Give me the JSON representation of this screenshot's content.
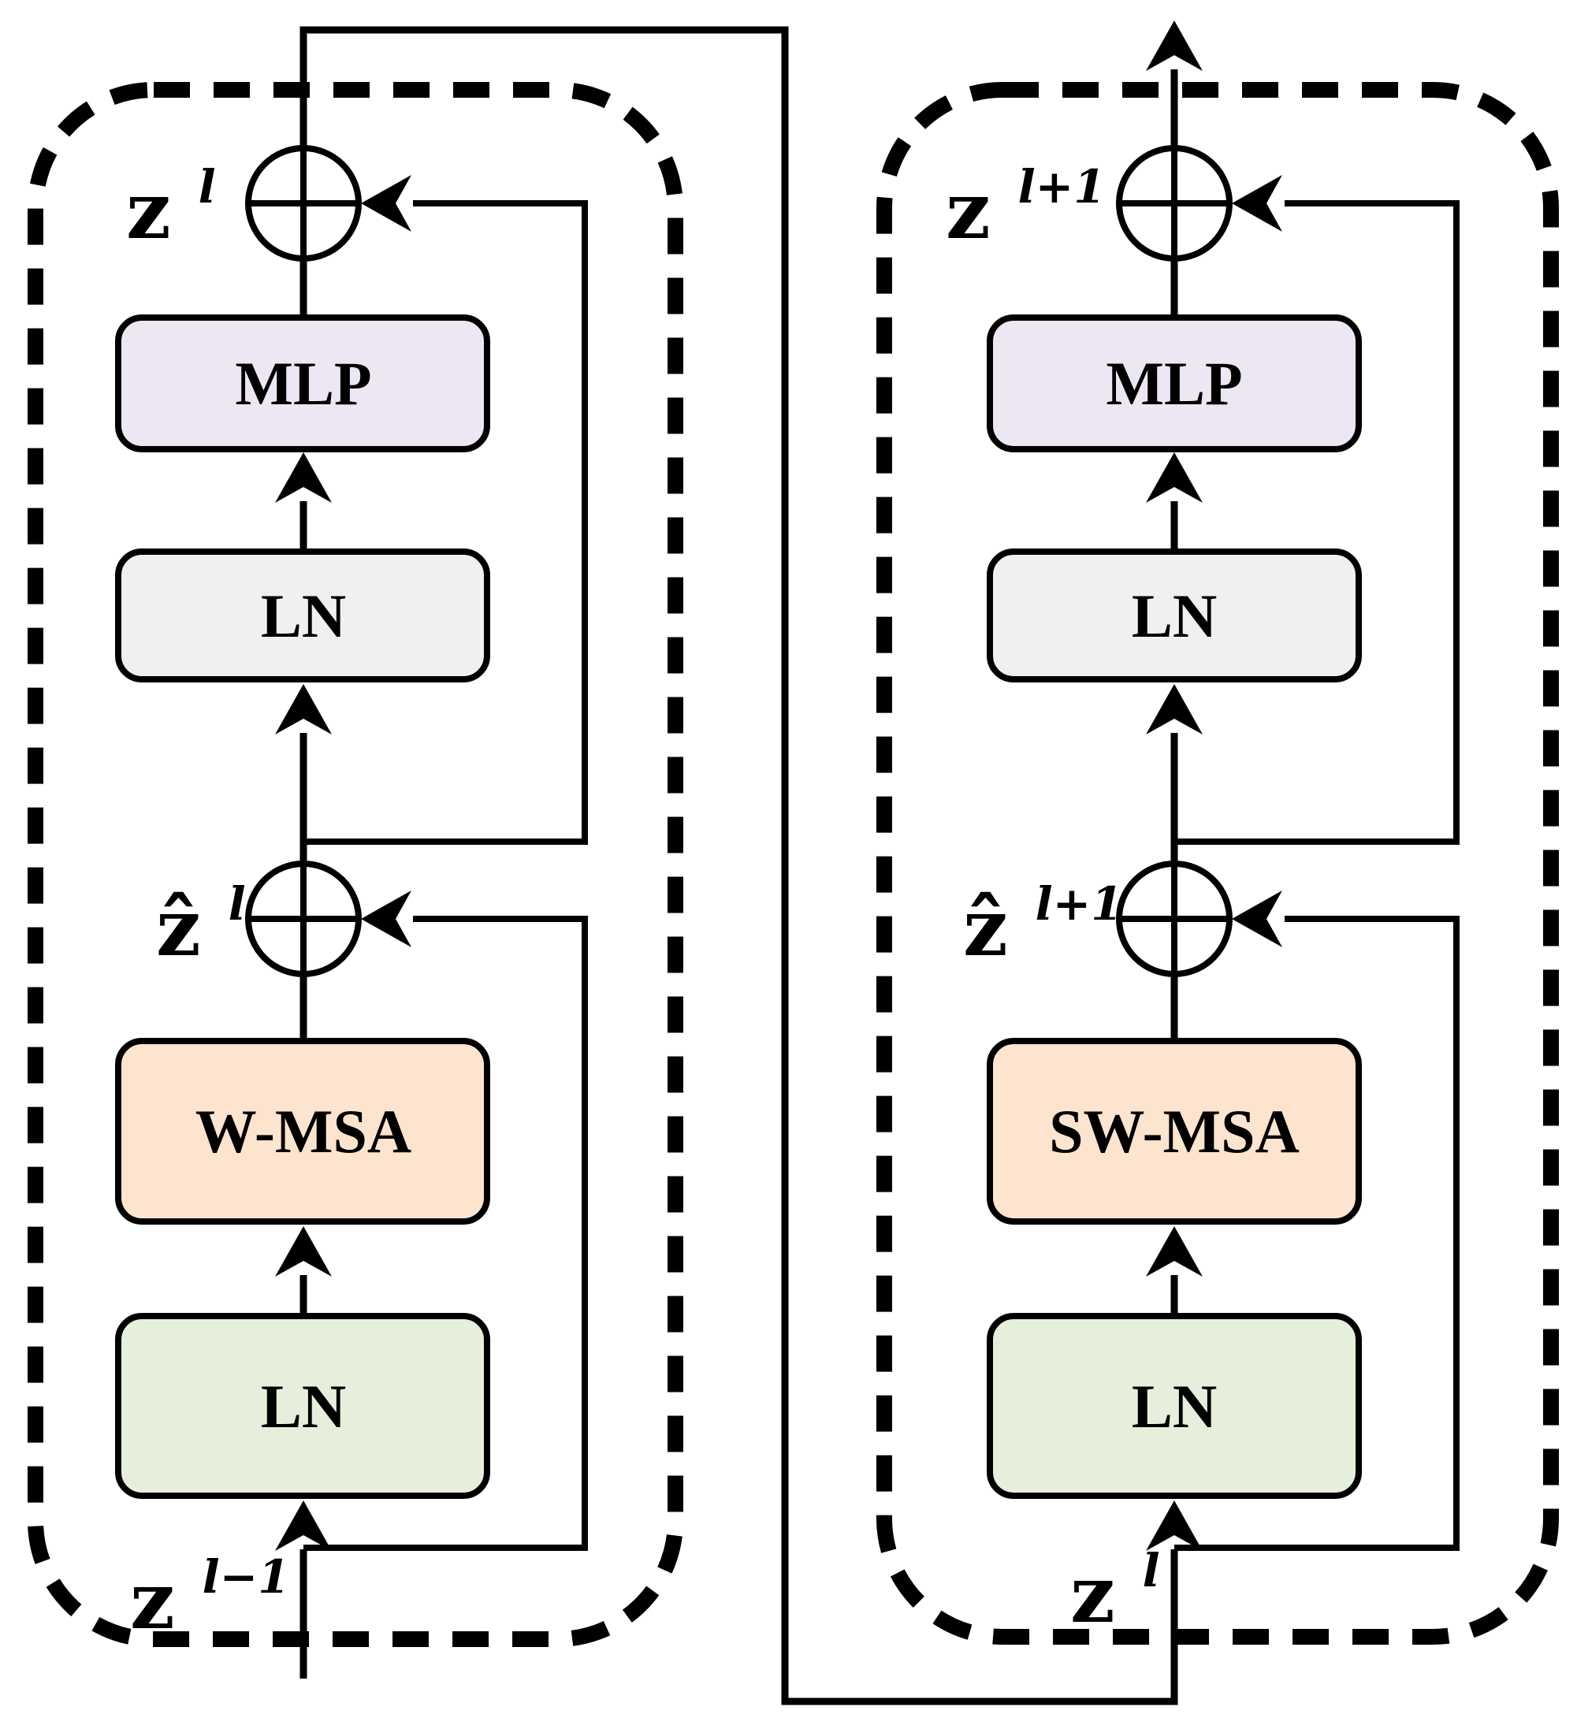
{
  "colors": {
    "mlp_fill": "#ECE7F2",
    "ln_top_fill": "#F0F0F0",
    "msa_fill": "#FCE4CF",
    "ln_bottom_fill": "#E5EFDC",
    "line": "#000000",
    "background": "#FFFFFF"
  },
  "blocks": [
    {
      "boxes": {
        "mlp": "MLP",
        "ln_top": "LN",
        "msa": "W-MSA",
        "ln_bottom": "LN"
      },
      "labels": {
        "output_base": "z",
        "output_sup": "l",
        "hidden_base": "ẑ",
        "hidden_sup": "l",
        "input_base": "z",
        "input_sup": "l−1"
      }
    },
    {
      "boxes": {
        "mlp": "MLP",
        "ln_top": "LN",
        "msa": "SW-MSA",
        "ln_bottom": "LN"
      },
      "labels": {
        "output_base": "z",
        "output_sup": "l+1",
        "hidden_base": "ẑ",
        "hidden_sup": "l+1",
        "input_base": "z",
        "input_sup": "l"
      }
    }
  ]
}
